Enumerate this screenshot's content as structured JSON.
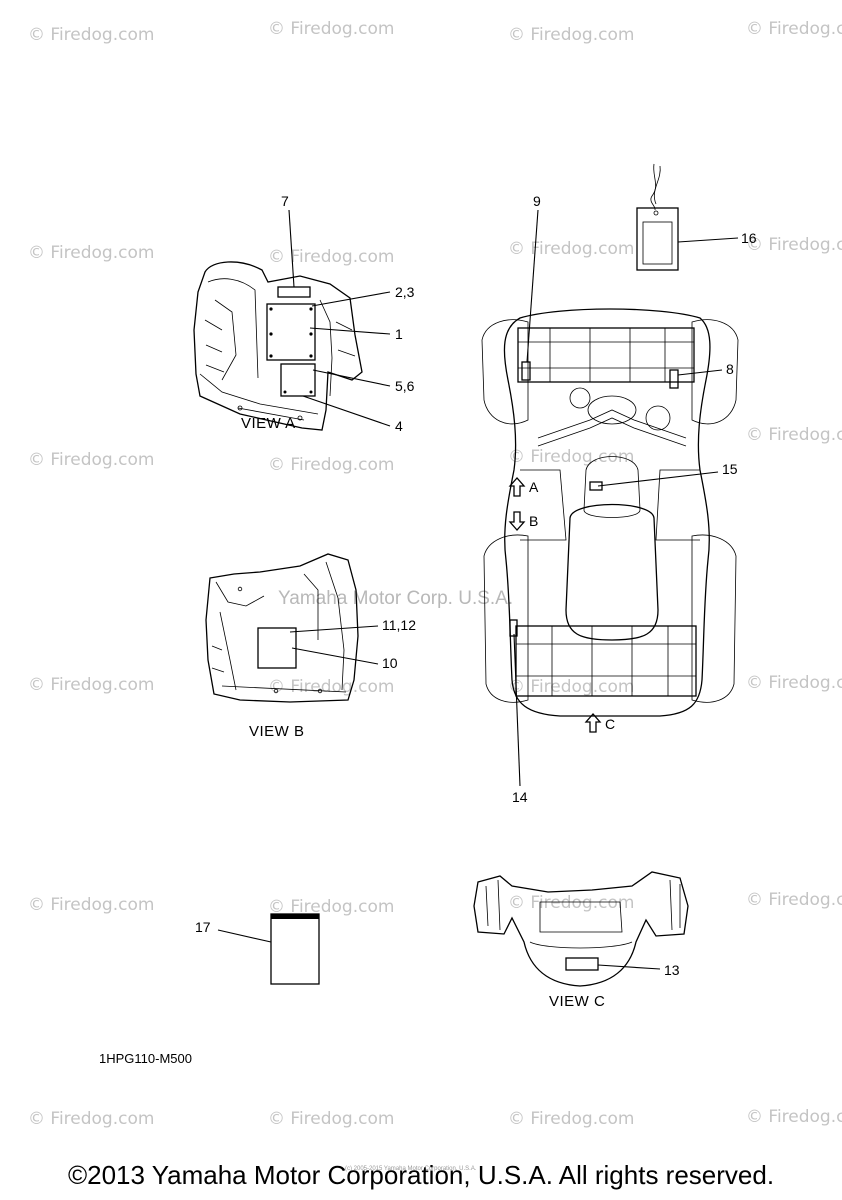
{
  "watermarks": {
    "site": "© Firedog.com",
    "center": "Yamaha Motor Corp. U.S.A."
  },
  "callouts": {
    "c1": "1",
    "c23": "2,3",
    "c4": "4",
    "c56": "5,6",
    "c7": "7",
    "c8": "8",
    "c9": "9",
    "c10": "10",
    "c1112": "11,12",
    "c13": "13",
    "c14": "14",
    "c15": "15",
    "c16": "16",
    "c17": "17"
  },
  "views": {
    "a": "VIEW A",
    "b": "VIEW B",
    "c": "VIEW C"
  },
  "arrows": {
    "a": "A",
    "b": "B",
    "c": "C"
  },
  "diagram_code": "1HPG110-M500",
  "tiny_notice": "(c) 2005-2015 Yamaha Motor Corporation, U.S.A.",
  "copyright": "©2013 Yamaha Motor Corporation, U.S.A. All rights reserved."
}
